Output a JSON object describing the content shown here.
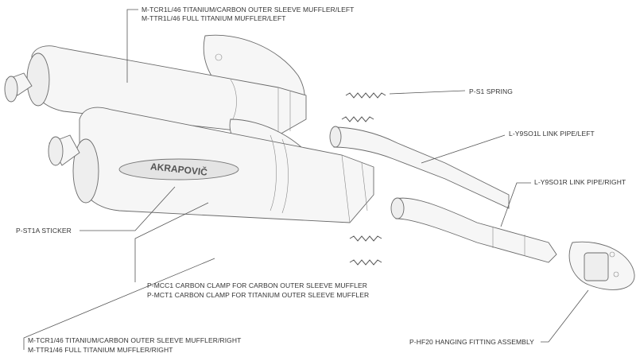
{
  "labels": {
    "muffler_left_1": "M-TCR1L/46   TITANIUM/CARBON OUTER SLEEVE MUFFLER/LEFT",
    "muffler_left_2": "M-TTR1L/46   FULL TITANIUM MUFFLER/LEFT",
    "spring": "P-S1   SPRING",
    "link_pipe_left": "L-Y9SO1L   LINK PIPE/LEFT",
    "link_pipe_right": "L-Y9SO1R   LINK PIPE/RIGHT",
    "sticker": "P-ST1A   STICKER",
    "clamp_1": "P-MCC1   CARBON CLAMP FOR CARBON OUTER SLEEVE MUFFLER",
    "clamp_2": "P-MCT1   CARBON CLAMP FOR TITANIUM OUTER SLEEVE MUFFLER",
    "muffler_right_1": "M-TCR1/46   TITANIUM/CARBON OUTER SLEEVE MUFFLER/RIGHT",
    "muffler_right_2": "M-TTR1/46   FULL TITANIUM MUFFLER/RIGHT",
    "hanging_fitting": "P-HF20   HANGING FITTING ASSEMBLY"
  },
  "logo_text": "AKRAPOVIČ",
  "colors": {
    "line": "#555555",
    "text": "#333333",
    "part_fill": "#f6f6f6"
  }
}
